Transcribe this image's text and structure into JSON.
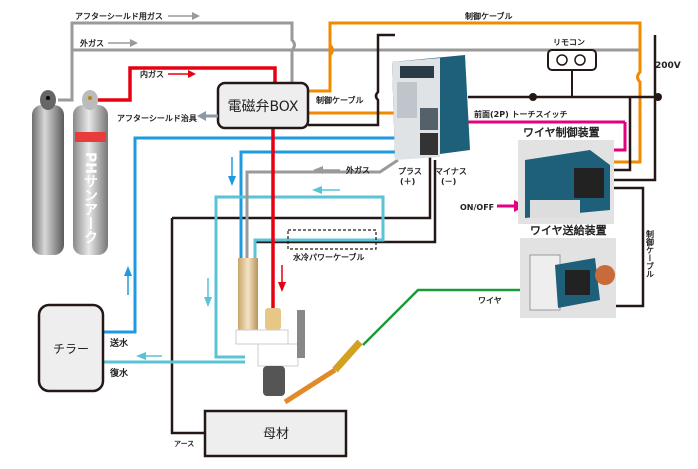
{
  "labels": {
    "after_shield_gas": "アフターシールド用ガス",
    "outer_gas": "外ガス",
    "inner_gas": "内ガス",
    "control_cable_top": "制御ケーブル",
    "control_cable_mid": "制御ケーブル",
    "control_cable_side": "制御ケーブル",
    "after_shield_jig": "アフターシールド治具",
    "solenoid_box": "電磁弁BOX",
    "remote": "リモコン",
    "voltage": "200V",
    "torch_switch": "前面(2P) トーチスイッチ",
    "wire_controller": "ワイヤ制御装置",
    "wire_feeder": "ワイヤ送給装置",
    "on_off": "ON/OFF",
    "outer_gas_return": "外ガス",
    "plus": "プラス",
    "plus_sign": "(＋)",
    "minus": "マイナス",
    "minus_sign": "(－)",
    "water_cooled_cable": "水冷パワーケーブル",
    "wire": "ワイヤ",
    "chiller": "チラー",
    "supply_water": "送水",
    "return_water": "復水",
    "earth": "アース",
    "base_metal": "母材",
    "cylinder_brand": "PHサンアーク"
  },
  "colors": {
    "gas": "#9a9a9a",
    "inner_gas": "#e60012",
    "control": "#f08a00",
    "power": "#231815",
    "supply_water": "#1e9be0",
    "return_water": "#5bc3d6",
    "torch_switch": "#e5007f",
    "wire": "#1a9a3a"
  }
}
